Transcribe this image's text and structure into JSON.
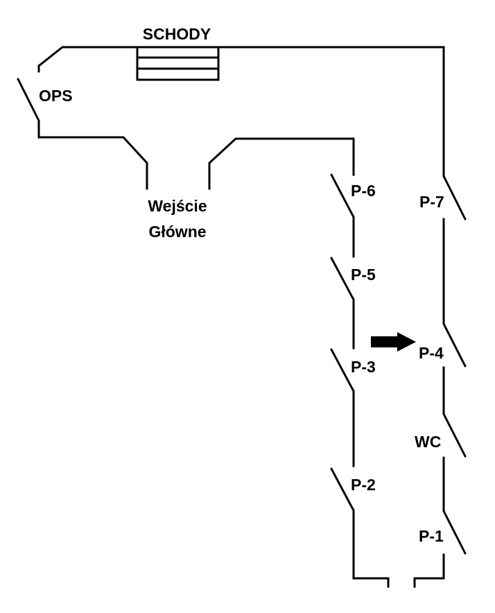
{
  "plan": {
    "stairs_label": "SCHODY",
    "ops_label": "OPS",
    "entrance_line1": "Wejście",
    "entrance_line2": "Główne",
    "rooms": {
      "p6": "P-6",
      "p5": "P-5",
      "p3": "P-3",
      "p2": "P-2",
      "p7": "P-7",
      "p4": "P-4",
      "wc": "WC",
      "p1": "P-1"
    },
    "arrow_color": "#000000",
    "arrow_points_to": "P-4"
  }
}
